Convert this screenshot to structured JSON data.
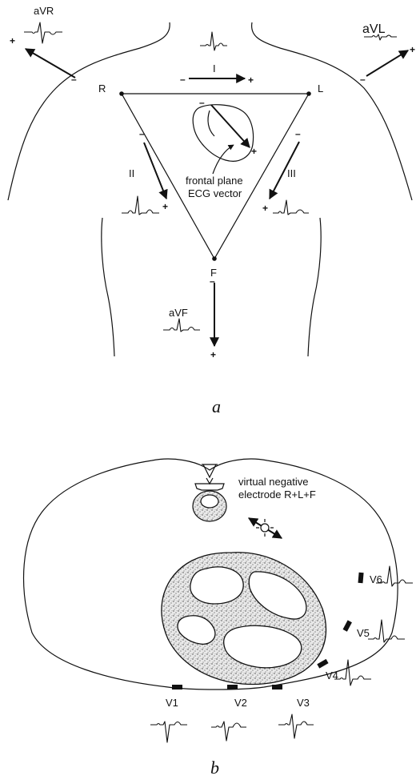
{
  "panel_a": {
    "leads": {
      "aVR": "aVR",
      "aVL": "aVL",
      "aVF": "aVF",
      "I": "I",
      "II": "II",
      "III": "III"
    },
    "vertices": {
      "R": "R",
      "L": "L",
      "F": "F"
    },
    "vector_label_line1": "frontal plane",
    "vector_label_line2": "ECG vector",
    "minus": "–",
    "plus": "+",
    "caption": "a"
  },
  "panel_b": {
    "virtual_electrode_line1": "virtual negative",
    "virtual_electrode_line2": "electrode R+L+F",
    "precordial": {
      "V1": "V1",
      "V2": "V2",
      "V3": "V3",
      "V4": "V4",
      "V5": "V5",
      "V6": "V6"
    },
    "caption": "b"
  }
}
